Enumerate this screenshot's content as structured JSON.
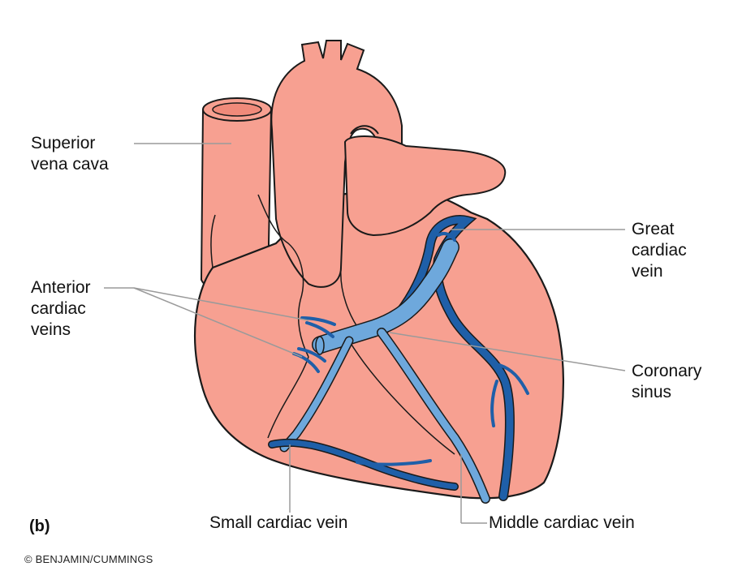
{
  "labels": {
    "superior_vena_cava": [
      "Superior",
      "vena cava"
    ],
    "anterior_cardiac_veins": [
      "Anterior",
      "cardiac",
      "veins"
    ],
    "great_cardiac_vein": [
      "Great",
      "cardiac",
      "vein"
    ],
    "coronary_sinus": [
      "Coronary",
      "sinus"
    ],
    "small_cardiac_vein": "Small cardiac vein",
    "middle_cardiac_vein": "Middle cardiac vein"
  },
  "panel_letter": "(b)",
  "credit": "© BENJAMIN/CUMMINGS",
  "colors": {
    "heart_fill": "#f7a091",
    "heart_outline": "#1a1a1a",
    "vein_dark": "#1f5fa8",
    "vein_light": "#6ea8dc",
    "leader_line": "#9a9a9a"
  }
}
